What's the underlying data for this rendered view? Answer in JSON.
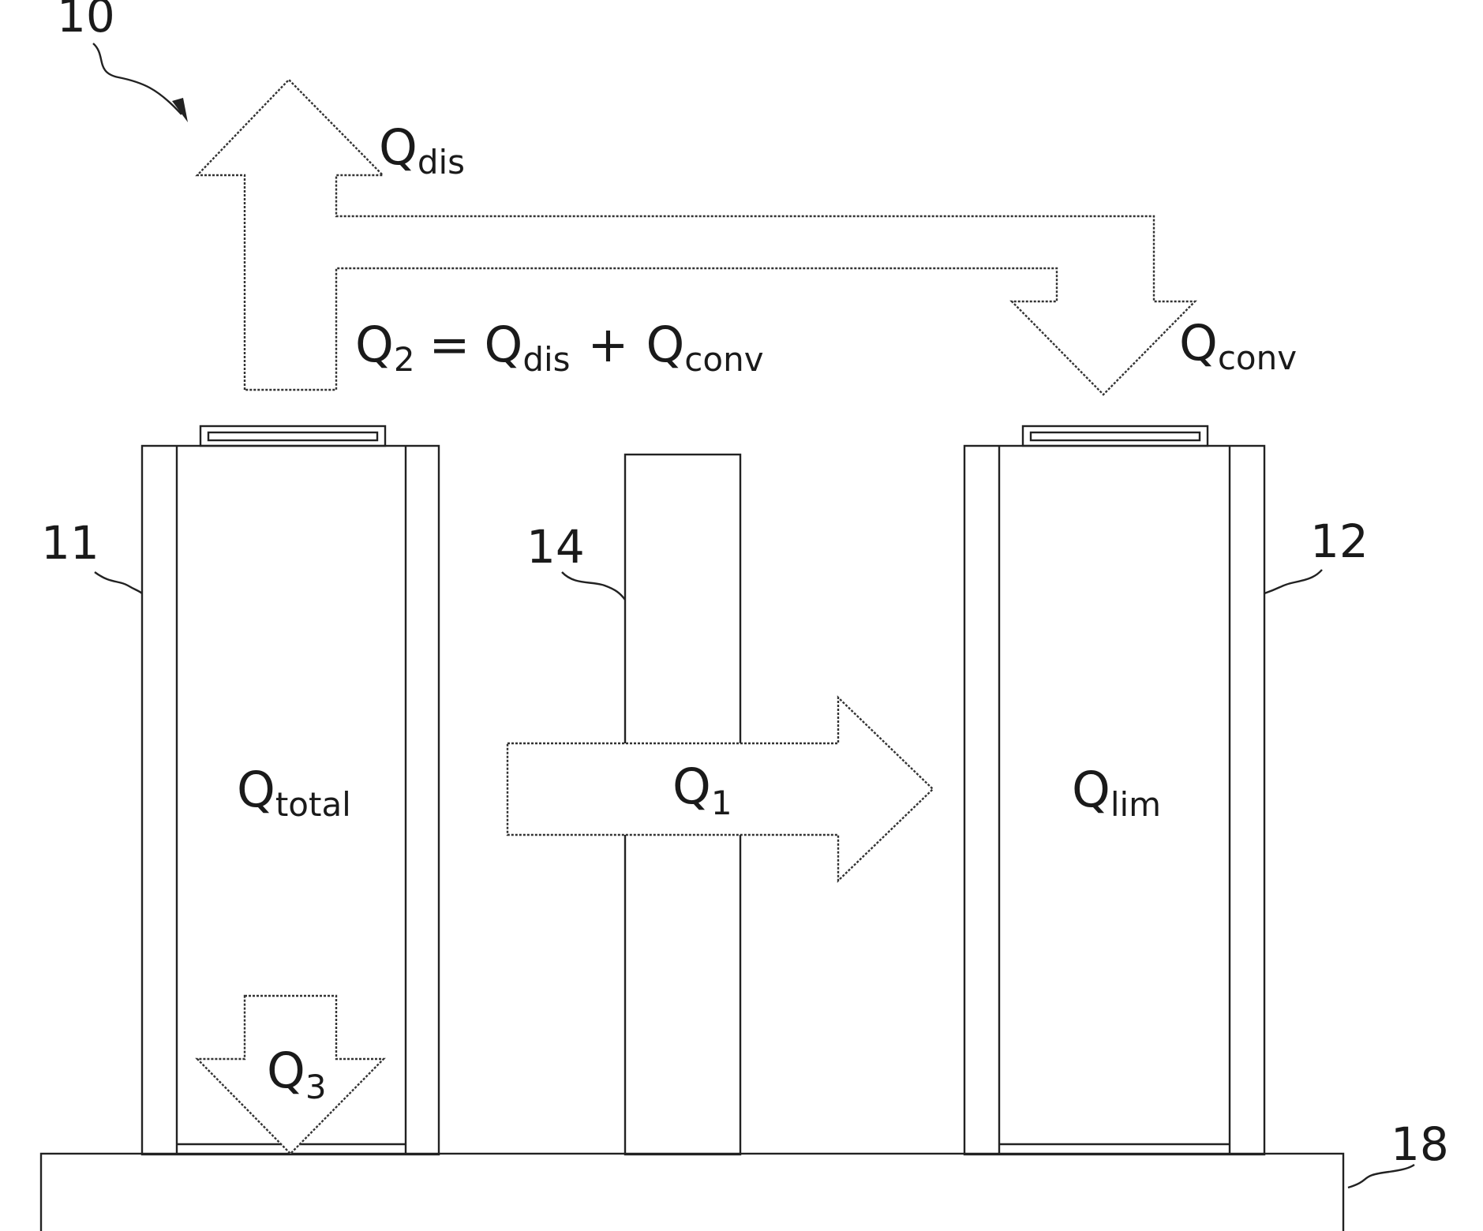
{
  "figure_number": "10",
  "labels": {
    "ref_11": "11",
    "ref_12": "12",
    "ref_14": "14",
    "ref_18": "18"
  },
  "quantities": {
    "q_dis": {
      "base": "Q",
      "sub": "dis"
    },
    "q_conv": {
      "base": "Q",
      "sub": "conv"
    },
    "q_total": {
      "base": "Q",
      "sub": "total"
    },
    "q_lim": {
      "base": "Q",
      "sub": "lim"
    },
    "q_1": {
      "base": "Q",
      "sub": "1"
    },
    "q_3": {
      "base": "Q",
      "sub": "3"
    },
    "equation": {
      "lhs_base": "Q",
      "lhs_sub": "2",
      "eq": "=",
      "t1_base": "Q",
      "t1_sub": "dis",
      "plus": "+",
      "t2_base": "Q",
      "t2_sub": "conv"
    }
  }
}
